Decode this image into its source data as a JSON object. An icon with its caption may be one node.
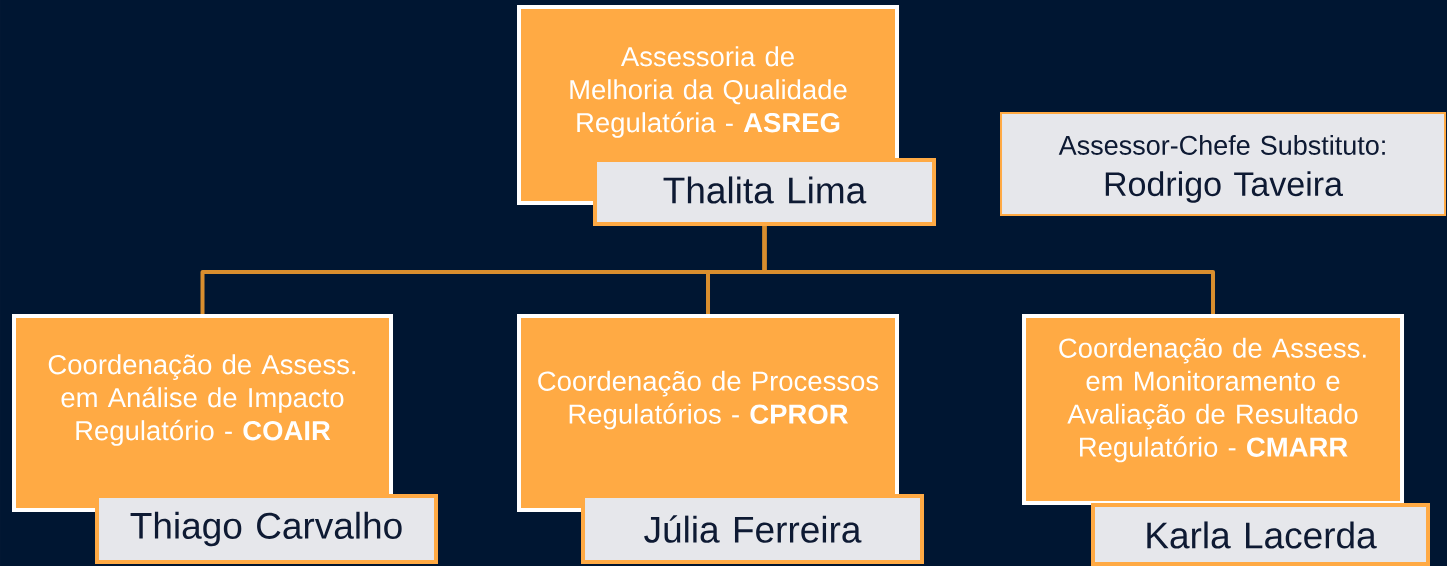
{
  "diagram": {
    "nodes": [
      {
        "text": [
          "Assessoria de Melhoria da Qualidade Regulatória - **ASREG**"
        ]
      },
      {
        "text": [
          "Thalita Lima"
        ]
      },
      {
        "text": [
          "Assessor-Chefe Substituto:",
          "Rodrigo Taveira"
        ]
      },
      {
        "text": [
          "Coordenação de Assess. em Análise de Impacto Regulatório - **COAIR**"
        ]
      },
      {
        "text": [
          "Thiago Carvalho"
        ]
      },
      {
        "text": [
          "Coordenação de Processos Regulatórios - **CPROR**"
        ]
      },
      {
        "text": [
          "Júlia Ferreira"
        ]
      },
      {
        "text": [
          "Coordenação de Assess. em Monitoramento e Avaliação de Resultado Regulatório - **CMARR**"
        ]
      },
      {
        "text": [
          "Karla Lacerda"
        ]
      }
    ],
    "edges": [
      {
        "from": 1,
        "to": 3,
        "arrow": "none"
      },
      {
        "from": 1,
        "to": 5,
        "arrow": "none"
      },
      {
        "from": 1,
        "to": 7,
        "arrow": "none"
      }
    ]
  }
}
